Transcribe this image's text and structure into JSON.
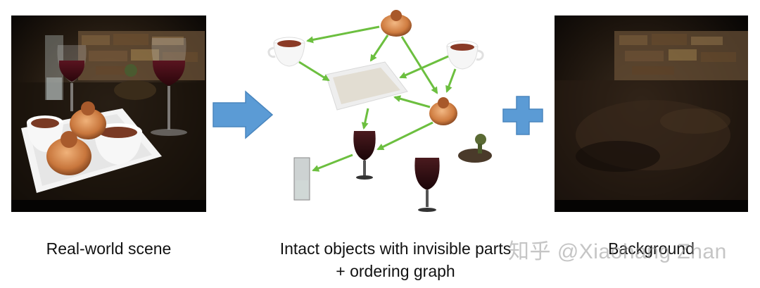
{
  "captions": {
    "scene": "Real-world scene",
    "diagram_line1": "Intact objects with invisible parts",
    "diagram_line2": "+ ordering graph",
    "background": "Background"
  },
  "watermark": "知乎 @Xiaohang Zhan",
  "colors": {
    "arrow_blue": "#5b9bd5",
    "plus_blue": "#5b9bd5",
    "graph_edge_green": "#6cbf3f"
  },
  "icons": {
    "transition_arrow": "right-arrow-icon",
    "plus": "plus-icon"
  }
}
